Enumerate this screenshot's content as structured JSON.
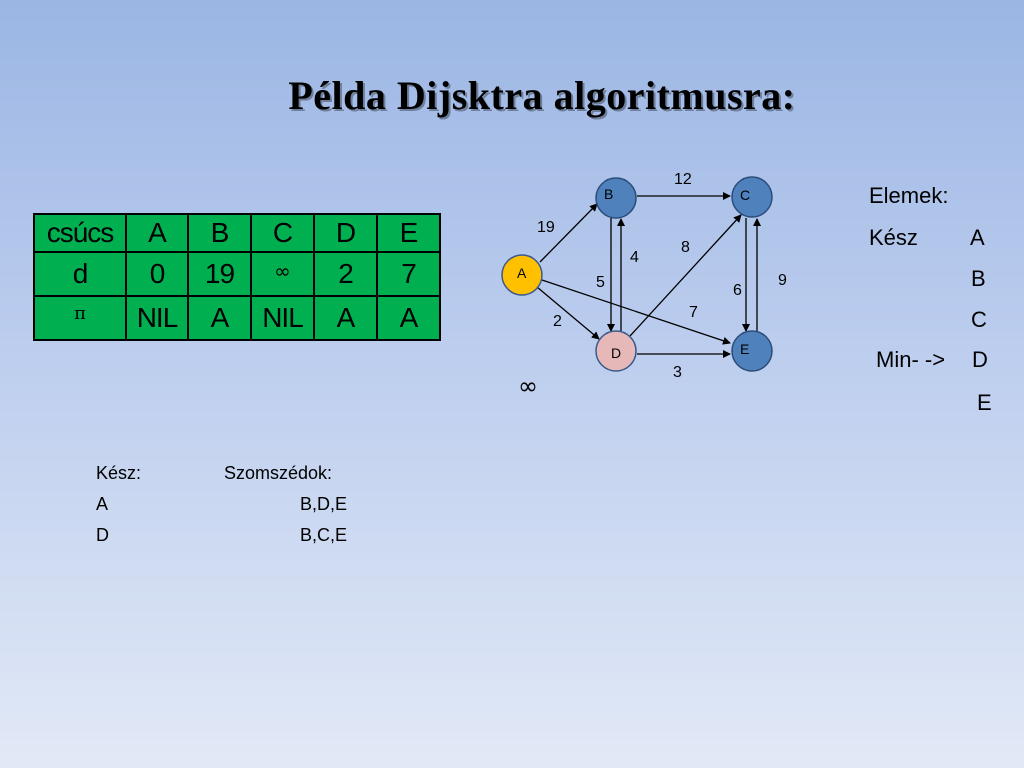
{
  "title": "Példa Dijsktra algoritmusra:",
  "table": {
    "rows": [
      [
        "csúcs",
        "A",
        "B",
        "C",
        "D",
        "E"
      ],
      [
        "d",
        "0",
        "19",
        "∞",
        "2",
        "7"
      ],
      [
        "π",
        "NIL",
        "A",
        "NIL",
        "A",
        "A"
      ]
    ]
  },
  "graph": {
    "nodes": [
      {
        "id": "A",
        "label": "A",
        "color": "#ffc000"
      },
      {
        "id": "B",
        "label": "B",
        "color": "#4f81bd"
      },
      {
        "id": "C",
        "label": "C",
        "color": "#4f81bd"
      },
      {
        "id": "D",
        "label": "D",
        "color": "#e6b9b8"
      },
      {
        "id": "E",
        "label": "E",
        "color": "#4f81bd"
      }
    ],
    "edges": [
      {
        "from": "A",
        "to": "B",
        "weight": "19"
      },
      {
        "from": "B",
        "to": "C",
        "weight": "12"
      },
      {
        "from": "A",
        "to": "D",
        "weight": "2"
      },
      {
        "from": "A",
        "to": "E",
        "weight": "7"
      },
      {
        "from": "D",
        "to": "E",
        "weight": "3"
      },
      {
        "from": "B",
        "to": "D",
        "weight": "5"
      },
      {
        "from": "D",
        "to": "B",
        "weight": "4"
      },
      {
        "from": "D",
        "to": "C",
        "weight": "8"
      },
      {
        "from": "C",
        "to": "E",
        "weight": "6"
      },
      {
        "from": "E",
        "to": "C",
        "weight": "9"
      }
    ],
    "infinity_mark": "∞"
  },
  "elemek": {
    "heading": "Elemek:",
    "kesz_label": "Kész",
    "min_label": "Min- ->",
    "items": [
      "A",
      "B",
      "C",
      "D",
      "E"
    ]
  },
  "status": {
    "header_left": "Kész:",
    "header_right": "Szomszédok:",
    "rows": [
      {
        "done": "A",
        "neighbors": "B,D,E"
      },
      {
        "done": "D",
        "neighbors": "B,C,E"
      }
    ]
  },
  "colors": {
    "table_bg": "#00b050",
    "node_blue": "#4f81bd",
    "node_yellow": "#ffc000",
    "node_pink": "#e6b9b8"
  }
}
